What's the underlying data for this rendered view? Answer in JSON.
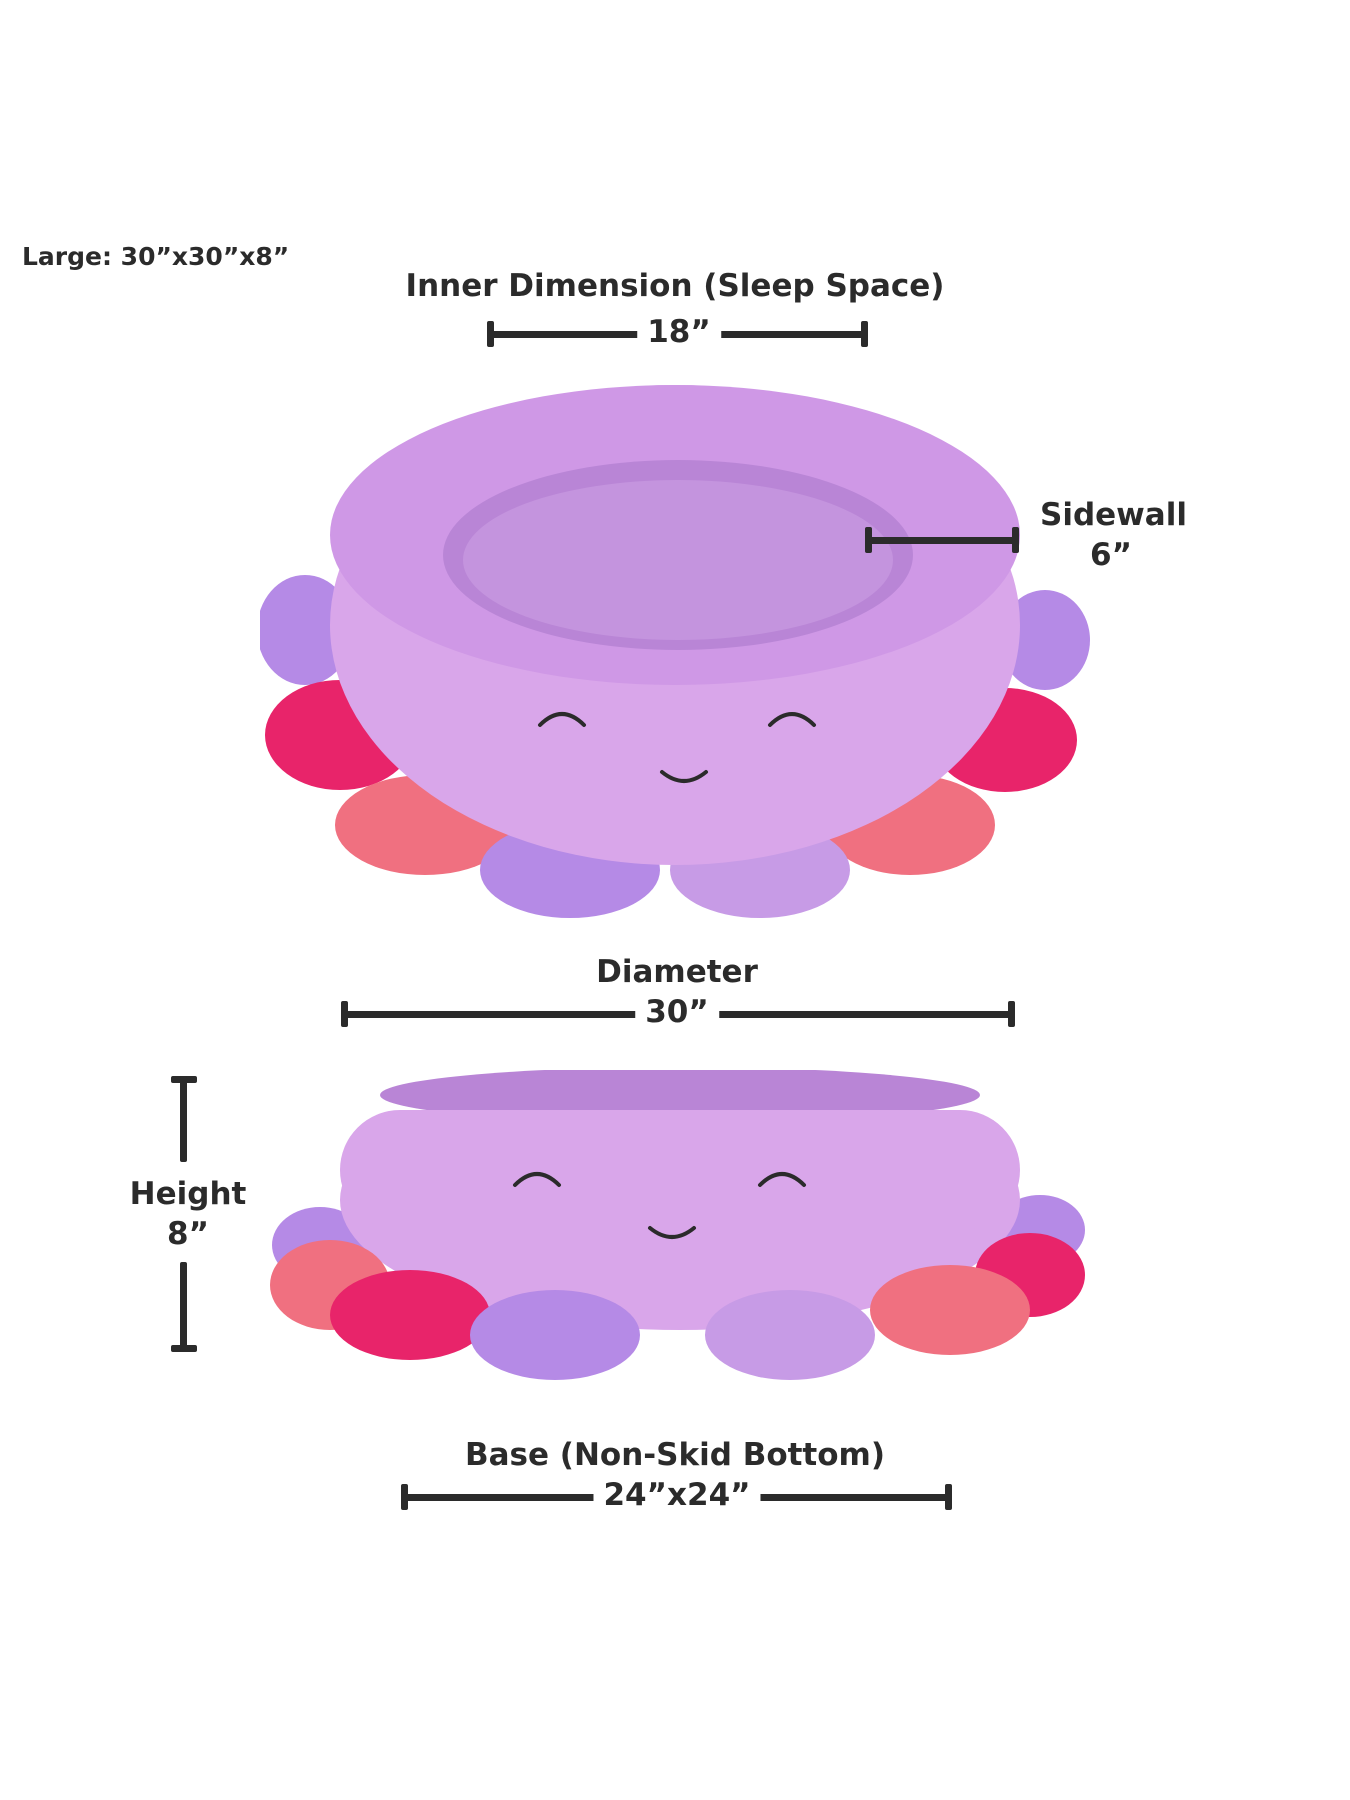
{
  "size_label": "Large: 30”x30”x8”",
  "inner": {
    "title": "Inner Dimension (Sleep Space)",
    "value": "18”"
  },
  "sidewall": {
    "title": "Sidewall",
    "value": "6”"
  },
  "diameter": {
    "title": "Diameter",
    "value": "30”"
  },
  "height": {
    "title": "Height",
    "value": "8”"
  },
  "base": {
    "title": "Base (Non-Skid Bottom)",
    "value": "24”x24”"
  },
  "colors": {
    "text": "#2b2b2b",
    "bed_purple": "#d9a6ea",
    "bed_purple_dark": "#b985d6",
    "tentacle_lavender": "#b58ae6",
    "tentacle_magenta": "#e8246a",
    "tentacle_coral": "#f07080"
  }
}
